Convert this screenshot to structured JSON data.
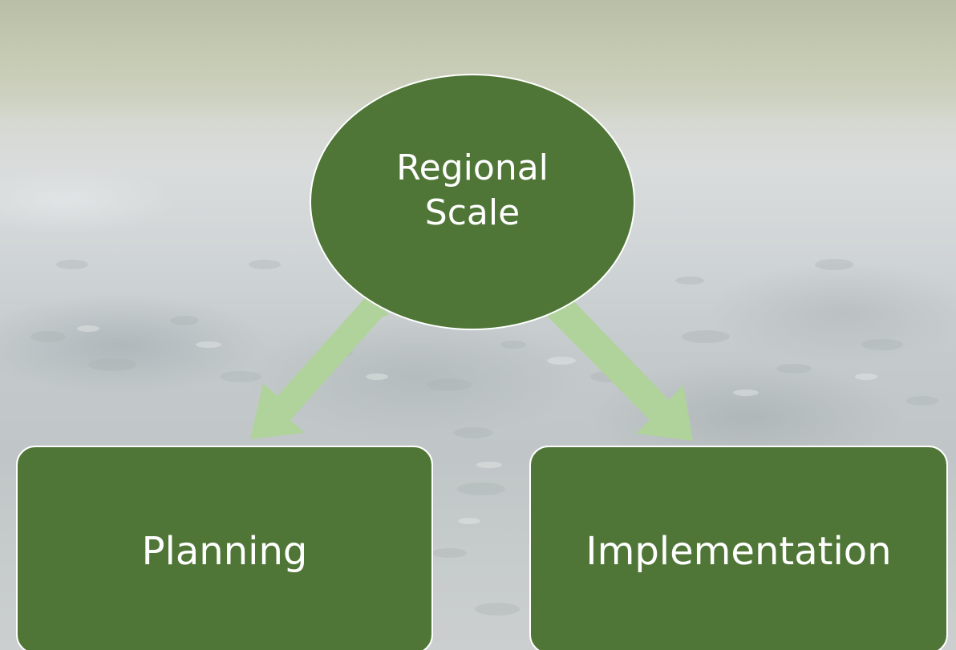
{
  "diagram": {
    "top_node": {
      "label_line1": "Regional",
      "label_line2": "Scale"
    },
    "left_node": {
      "label": "Planning"
    },
    "right_node": {
      "label": "Implementation"
    },
    "colors": {
      "node_fill": "#4f7636",
      "node_border": "#ffffff",
      "arrow_fill": "#b0d29b",
      "label_text": "#ffffff"
    }
  }
}
